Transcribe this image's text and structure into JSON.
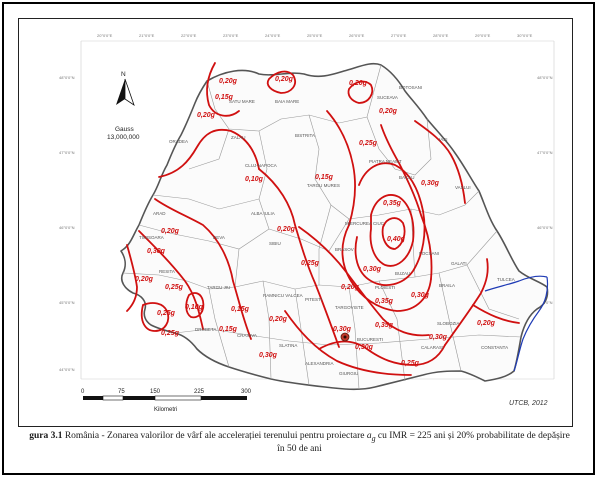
{
  "map": {
    "north_label": "N",
    "scale_name": "Gauss",
    "scale_ratio": "13,000,000",
    "scale_ticks": [
      "0",
      "75",
      "150",
      "225",
      "300"
    ],
    "scale_unit": "Kilometri",
    "credit": "UTCB, 2012",
    "grid_lon_labels": [
      "20°0'0\"E",
      "21°0'0\"E",
      "22°0'0\"E",
      "23°0'0\"E",
      "24°0'0\"E",
      "25°0'0\"E",
      "26°0'0\"E",
      "27°0'0\"E",
      "28°0'0\"E",
      "29°0'0\"E",
      "30°0'0\"E"
    ],
    "grid_lat_labels": [
      "48°0'0\"N",
      "47°0'0\"N",
      "46°0'0\"N",
      "45°0'0\"N",
      "44°0'0\"N"
    ],
    "zone_labels": [
      "0,20g",
      "0,20g",
      "0,20g",
      "0,15g",
      "0,20g",
      "0,20g",
      "0,25g",
      "0,10g",
      "0,30g",
      "0,15g",
      "0,35g",
      "0,20g",
      "0,40g",
      "0,20g",
      "0,30g",
      "0,25g",
      "0,30g",
      "0,20g",
      "0,20g",
      "0,35g",
      "0,30g",
      "0,25g",
      "0,20g",
      "0,30g",
      "0,25g",
      "0,15g",
      "0,10g",
      "0,25g",
      "0,15g",
      "0,30g",
      "0,20g",
      "0,30g",
      "0,35g",
      "0,30g",
      "0,25g"
    ],
    "cities": [
      "SATU MARE",
      "BAIA MARE",
      "SUCEAVA",
      "BOTOSANI",
      "ORADEA",
      "ZALAU",
      "BISTRITA",
      "IASI",
      "PIATRA NEAMT",
      "CLUJ-NAPOCA",
      "TARGU MURES",
      "BACAU",
      "VASLUI",
      "ARAD",
      "ALBA IULIA",
      "MIERCUREA CIUC",
      "TIMISOARA",
      "DEVA",
      "SIBIU",
      "BRASOV",
      "FOCSANI",
      "GALATI",
      "RESITA",
      "BRAILA",
      "TULCEA",
      "BUZAU",
      "PLOIESTI",
      "TARGU JIU",
      "RAMNICU VALCEA",
      "PITESTI",
      "TARGOVISTE",
      "SLOBOZIA",
      "DROBETA",
      "CRAIOVA",
      "BUCURESTI",
      "CALARASI",
      "CONSTANTA",
      "SLATINA",
      "ALEXANDRIA",
      "GIURGIU"
    ]
  },
  "caption": {
    "lead": "gura 3.1",
    "text_before": " România - Zonarea valorilor de vârf ale accelerației terenului pentru proiectare ",
    "symbol": "a",
    "symbol_sub": "g",
    "text_after": " cu IMR = 225 ani și 20% probabilitate de depășire",
    "line2": "în 50 de ani"
  },
  "colors": {
    "contour": "#d01010",
    "border": "#9a9a9a",
    "outline": "#555555",
    "danube_sea": "#1f3bb5"
  }
}
